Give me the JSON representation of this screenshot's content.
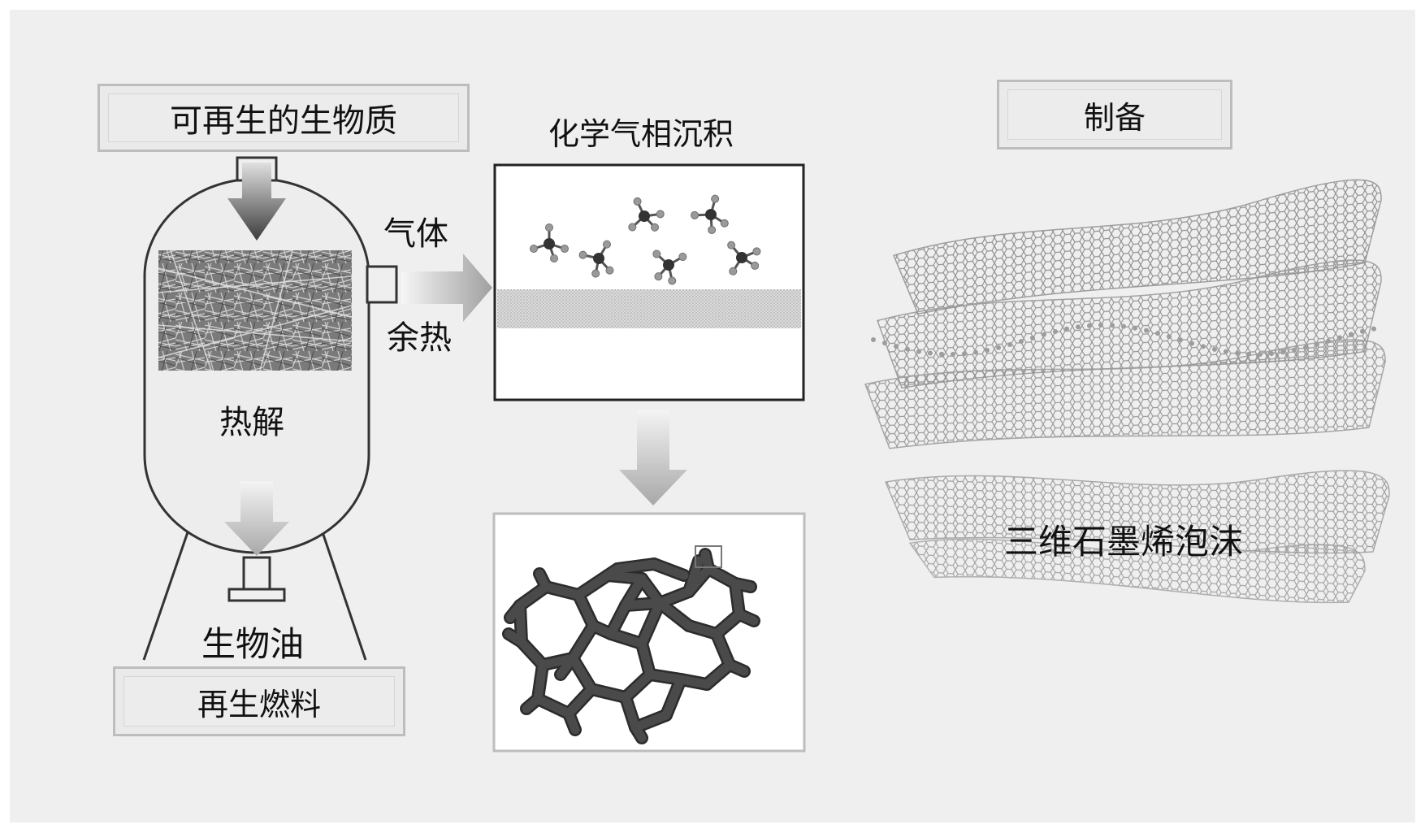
{
  "labels": {
    "biomass": "可再生的生物质",
    "pyrolysis": "热解",
    "bio_oil": "生物油",
    "renewable_fuel": "再生燃料",
    "gas": "气体",
    "waste_heat": "余热",
    "cvd": "化学气相沉积",
    "preparation": "制备",
    "graphene_foam": "三维石墨烯泡沫"
  },
  "colors": {
    "panel_bg": "#efefef",
    "box_border": "#bdbdbd",
    "line": "#333333",
    "arrow_dark": "#3c3c3c",
    "arrow_light": "#b4b4b4",
    "mesh": "#8c8c8c",
    "molecule_c": "#333333",
    "molecule_h": "#9a9a9a",
    "carbon_network": "#4a4a4a"
  },
  "icons": {
    "reactor": "pyrolysis-reactor-icon",
    "straw": "straw-biomass-photo-icon",
    "molecules": "methane-molecule-icon",
    "network": "carbon-network-icon",
    "foam": "graphene-foam-sheets-icon"
  }
}
